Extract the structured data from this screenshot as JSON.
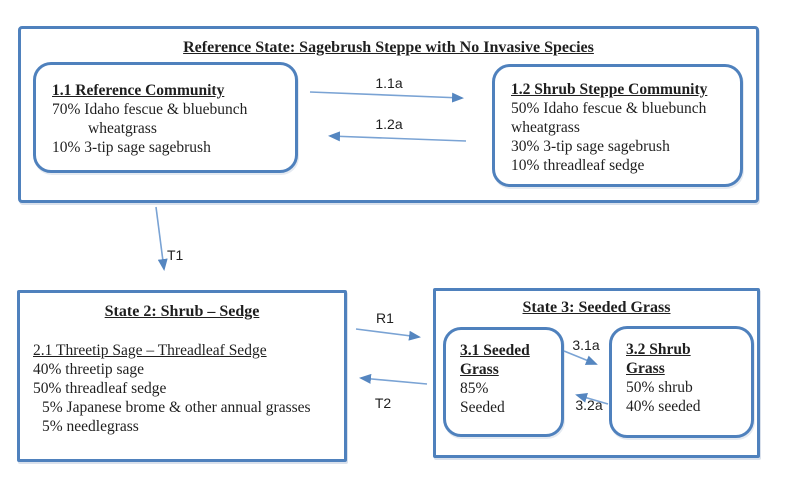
{
  "colors": {
    "box_border": "#4f81bd",
    "arrow_line": "#7aa3d4",
    "arrow_head": "#5586c0",
    "text": "#1f1f1f"
  },
  "reference_state": {
    "title": "Reference State: Sagebrush Steppe with No Invasive Species",
    "community_1_1": {
      "title": "1.1 Reference Community",
      "line1": "70% Idaho fescue & bluebunch",
      "line2": "wheatgrass",
      "line3": "10% 3-tip sage sagebrush"
    },
    "community_1_2": {
      "title": "1.2 Shrub Steppe Community",
      "line1": "50% Idaho fescue & bluebunch",
      "line2": "wheatgrass",
      "line3": "30% 3-tip sage sagebrush",
      "line4": "10% threadleaf sedge"
    }
  },
  "state2": {
    "title": "State 2: Shrub – Sedge",
    "community_2_1": {
      "title": "2.1 Threetip Sage – Threadleaf Sedge",
      "line1": "40% threetip sage",
      "line2": "50% threadleaf sedge",
      "line3": "5% Japanese brome & other annual grasses",
      "line4": "5% needlegrass"
    }
  },
  "state3": {
    "title": "State 3: Seeded Grass",
    "community_3_1": {
      "title_line1": "3.1 Seeded",
      "title_line2": "Grass",
      "line1": "85%",
      "line2": "Seeded"
    },
    "community_3_2": {
      "title_line1": "3.2 Shrub",
      "title_line2": "Grass",
      "line1": "50% shrub",
      "line2": "40% seeded"
    }
  },
  "transitions": {
    "a_1_1a": "1.1a",
    "a_1_2a": "1.2a",
    "t1": "T1",
    "r1": "R1",
    "t2": "T2",
    "a_3_1a": "3.1a",
    "a_3_2a": "3.2a"
  }
}
